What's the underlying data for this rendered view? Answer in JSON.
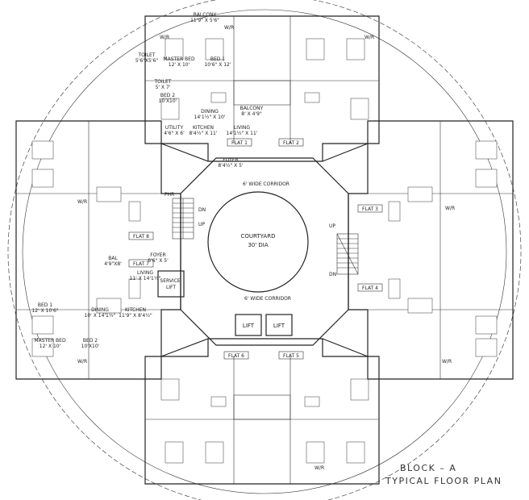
{
  "title": {
    "block": "BLOCK  –  A",
    "subtitle": "TYPICAL FLOOR PLAN"
  },
  "central": {
    "courtyard": "COURTYARD",
    "courtyard_dia": "30' DIA",
    "corridor_top": "6' WIDE CORRIDOR",
    "corridor_bottom": "6' WIDE CORRIDOR",
    "lift_1": "LIFT",
    "lift_2": "LIFT",
    "service_lift": "SERVICE\nLIFT",
    "up_left": "UP",
    "dn_left": "DN",
    "up_right": "UP",
    "dn_right": "DN",
    "phr": "PHR"
  },
  "flats": [
    {
      "label": "FLAT 1"
    },
    {
      "label": "FLAT 2"
    },
    {
      "label": "FLAT 3"
    },
    {
      "label": "FLAT 4"
    },
    {
      "label": "FLAT 5"
    },
    {
      "label": "FLAT 6"
    },
    {
      "label": "FLAT 7"
    },
    {
      "label": "FLAT 8"
    }
  ],
  "rooms": [
    {
      "name": "BALCONY",
      "dim": "11'9\" X 5'6\""
    },
    {
      "name": "MASTER BED",
      "dim": "12' X 10'"
    },
    {
      "name": "BED 1",
      "dim": "10'6\" X 12'"
    },
    {
      "name": "TOILET",
      "dim": "5'6\"X5'6\""
    },
    {
      "name": "TOILET",
      "dim": "5' X 7'"
    },
    {
      "name": "BED 2",
      "dim": "10'X10'"
    },
    {
      "name": "DINING",
      "dim": "14'1½\" X 10'"
    },
    {
      "name": "UTILITY",
      "dim": "4'6\" X 6'"
    },
    {
      "name": "KITCHEN",
      "dim": "8'4½\" X 11'"
    },
    {
      "name": "BALCONY",
      "dim": "8' X 4'9\""
    },
    {
      "name": "LIVING",
      "dim": "14'1½\" X 11'"
    },
    {
      "name": "FOYER",
      "dim": "8'4½\" X 5'"
    },
    {
      "name": "LIVING",
      "dim": "11' X 14'1½\""
    },
    {
      "name": "FOYER",
      "dim": "6'6\" X 5'"
    },
    {
      "name": "BAL",
      "dim": "4'9\"X8'"
    },
    {
      "name": "KITCHEN",
      "dim": "11'9\" X 8'4½\""
    },
    {
      "name": "DINING",
      "dim": "10' X 14'1½\""
    },
    {
      "name": "BED 1",
      "dim": "12' X 10'6\""
    },
    {
      "name": "MASTER BED",
      "dim": "12' X 10'"
    },
    {
      "name": "BED 2",
      "dim": "10'X10'"
    }
  ],
  "door_tags": [
    "W/R",
    "W/R",
    "W/R",
    "W/R",
    "W/R",
    "W/R",
    "W/R",
    "W/R"
  ]
}
